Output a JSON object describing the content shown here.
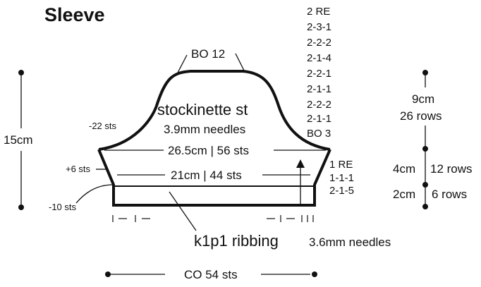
{
  "title": "Sleeve",
  "cap_top_label": "BO 12",
  "main_stitch": "stockinette st",
  "main_needles": "3.9mm needles",
  "width_top": "26.5cm | 56 sts",
  "width_bottom": "21cm | 44 sts",
  "left_dec": "-22 sts",
  "left_inc": "+6 sts",
  "left_rib_dec": "-10 sts",
  "total_height": "15cm",
  "cap_sequence": [
    "2 RE",
    "2-3-1",
    "2-2-2",
    "2-1-4",
    "2-2-1",
    "2-1-1",
    "2-2-2",
    "2-1-1",
    "BO 3"
  ],
  "side_sequence": [
    "1 RE",
    "1-1-1",
    "2-1-5"
  ],
  "cap_height": "9cm",
  "cap_rows": "26 rows",
  "side_height": "4cm",
  "side_rows": "12 rows",
  "rib_height": "2cm",
  "rib_rows": "6 rows",
  "ribbing_stitch": "k1p1 ribbing",
  "ribbing_needles": "3.6mm needles",
  "cast_on": "CO 54 sts",
  "colors": {
    "ink": "#111111",
    "background": "#ffffff"
  }
}
